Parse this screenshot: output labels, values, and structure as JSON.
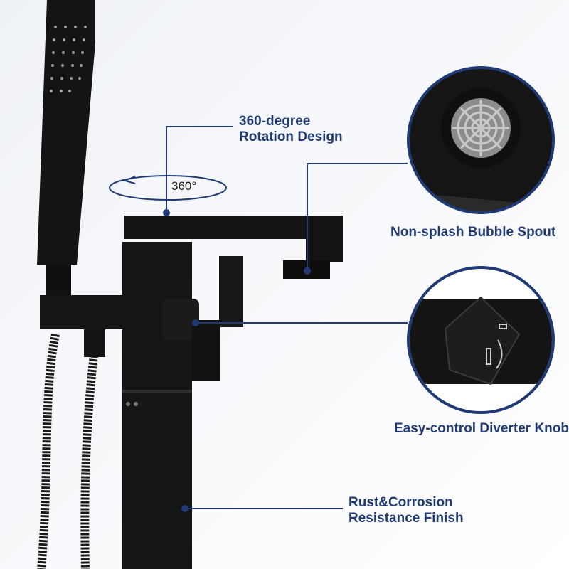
{
  "callouts": {
    "rotation": {
      "line1": "360-degree",
      "line2": "Rotation Design"
    },
    "degree_marker": "360°",
    "spout": {
      "label": "Non-splash Bubble Spout"
    },
    "knob": {
      "label": "Easy-control Diverter Knob"
    },
    "finish": {
      "line1": "Rust&Corrosion",
      "line2": "Resistance Finish"
    }
  },
  "colors": {
    "accent": "#1f3a74",
    "fixture": "#111111",
    "background": "#f2f4f8"
  }
}
